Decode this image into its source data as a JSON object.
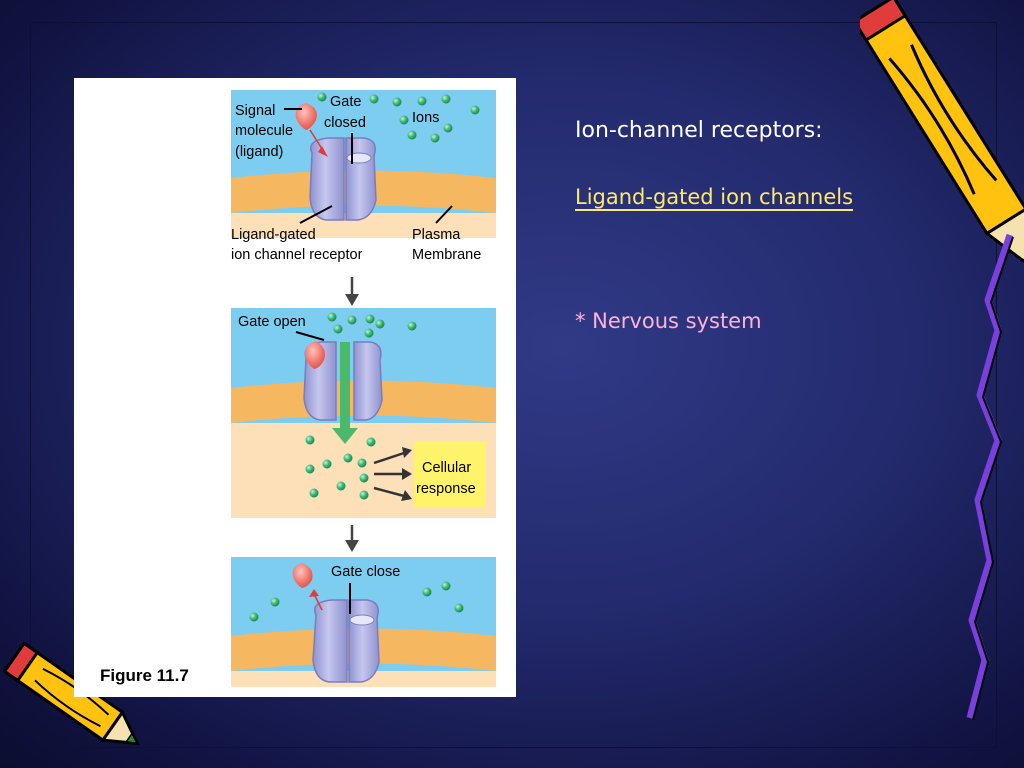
{
  "slide": {
    "title": "Ion-channel receptors:",
    "subtitle": "Ligand-gated ion channels",
    "bullet": "* Nervous system"
  },
  "figure": {
    "caption": "Figure 11.7",
    "panel1": {
      "signal_label_1": "Signal",
      "signal_label_2": "molecule",
      "signal_label_3": "(ligand)",
      "gate_label_1": "Gate",
      "gate_label_2": "closed",
      "ions_label": "Ions",
      "receptor_label_1": "Ligand-gated",
      "receptor_label_2": "ion channel receptor",
      "membrane_label_1": "Plasma",
      "membrane_label_2": "Membrane"
    },
    "panel2": {
      "gate_label": "Gate open",
      "response_label_1": "Cellular",
      "response_label_2": "response"
    },
    "panel3": {
      "gate_label": "Gate close"
    }
  },
  "colors": {
    "extracellular": "#7dcdf0",
    "membrane": "#f5b860",
    "cytoplasm": "#fde0b8",
    "channel": "#b4b6e4",
    "ion": "#3cb878",
    "ligand": "#f0786e",
    "response_box": "#fff36b",
    "flow_arrow": "#4cb86a"
  }
}
